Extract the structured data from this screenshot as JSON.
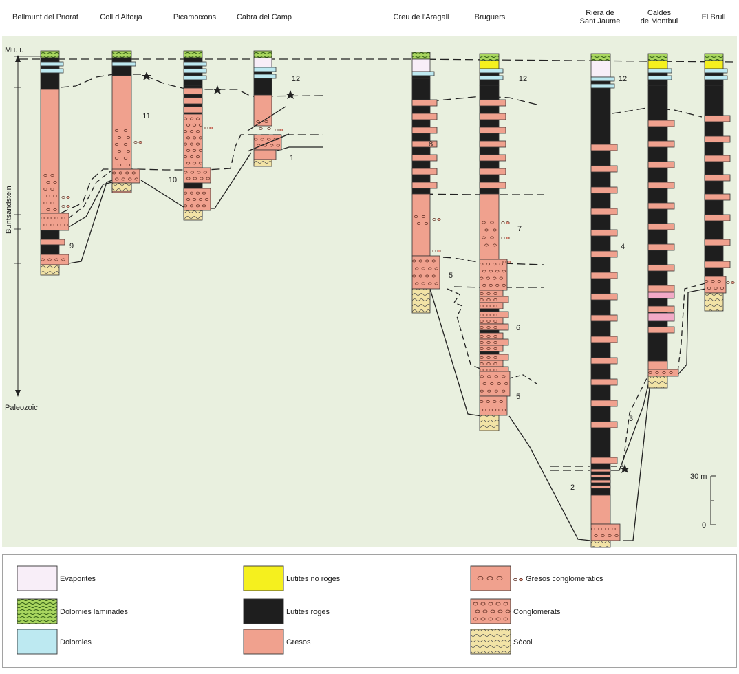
{
  "colors": {
    "background": "#e9f0df",
    "evaporites": "#f8eef8",
    "dolomies_laminades": "#a9d65f",
    "dolomies": "#bde9f1",
    "lutites_no_roges": "#f5f01e",
    "lutites_roges": "#1e1e1e",
    "gresos": "#f0a18e",
    "socol": "#f2e3a6",
    "pink": "#f2a9c6"
  },
  "columns": [
    {
      "name": "Bellmunt del Priorat",
      "name_lines": [
        "Bellmunt del Priorat"
      ]
    },
    {
      "name": "Coll d'Alforja",
      "name_lines": [
        "Coll d'Alforja"
      ]
    },
    {
      "name": "Picamoixons",
      "name_lines": [
        "Picamoixons"
      ]
    },
    {
      "name": "Cabra del Camp",
      "name_lines": [
        "Cabra del Camp"
      ]
    },
    {
      "name": "Creu de l'Aragall",
      "name_lines": [
        "Creu de l'Aragall"
      ]
    },
    {
      "name": "Bruguers",
      "name_lines": [
        "Bruguers"
      ]
    },
    {
      "name": "Riera de Sant Jaume",
      "name_lines": [
        "Riera de",
        "Sant Jaume"
      ]
    },
    {
      "name": "Caldes de Montbui",
      "name_lines": [
        "Caldes",
        "de Montbui"
      ]
    },
    {
      "name": "El Brull",
      "name_lines": [
        "El Brull"
      ]
    }
  ],
  "axis": {
    "top_label": "Mu. i.",
    "middle_label": "Buntsandstein",
    "bottom_label": "Paleozoic"
  },
  "unit_numbers": [
    "1",
    "2",
    "3",
    "4",
    "5",
    "5",
    "6",
    "7",
    "8",
    "9",
    "10",
    "11",
    "12",
    "12",
    "12"
  ],
  "scale_bar": {
    "top_label": "30 m",
    "bottom_label": "0"
  },
  "legend": [
    {
      "label": "Evaporites",
      "icon": "evaporites-swatch"
    },
    {
      "label": "Dolomies laminades",
      "icon": "laminated-dolomite-swatch"
    },
    {
      "label": "Dolomies",
      "icon": "dolomite-swatch"
    },
    {
      "label": "Lutites no roges",
      "icon": "non-red-mudstone-swatch"
    },
    {
      "label": "Lutites roges",
      "icon": "red-mudstone-swatch"
    },
    {
      "label": "Gresos",
      "icon": "sandstone-swatch"
    },
    {
      "label": "Gresos conglomeràtics",
      "icon": "conglomeratic-sandstone-swatch"
    },
    {
      "label": "Conglomerats",
      "icon": "conglomerate-swatch"
    },
    {
      "label": "Sòcol",
      "icon": "basement-swatch"
    }
  ]
}
